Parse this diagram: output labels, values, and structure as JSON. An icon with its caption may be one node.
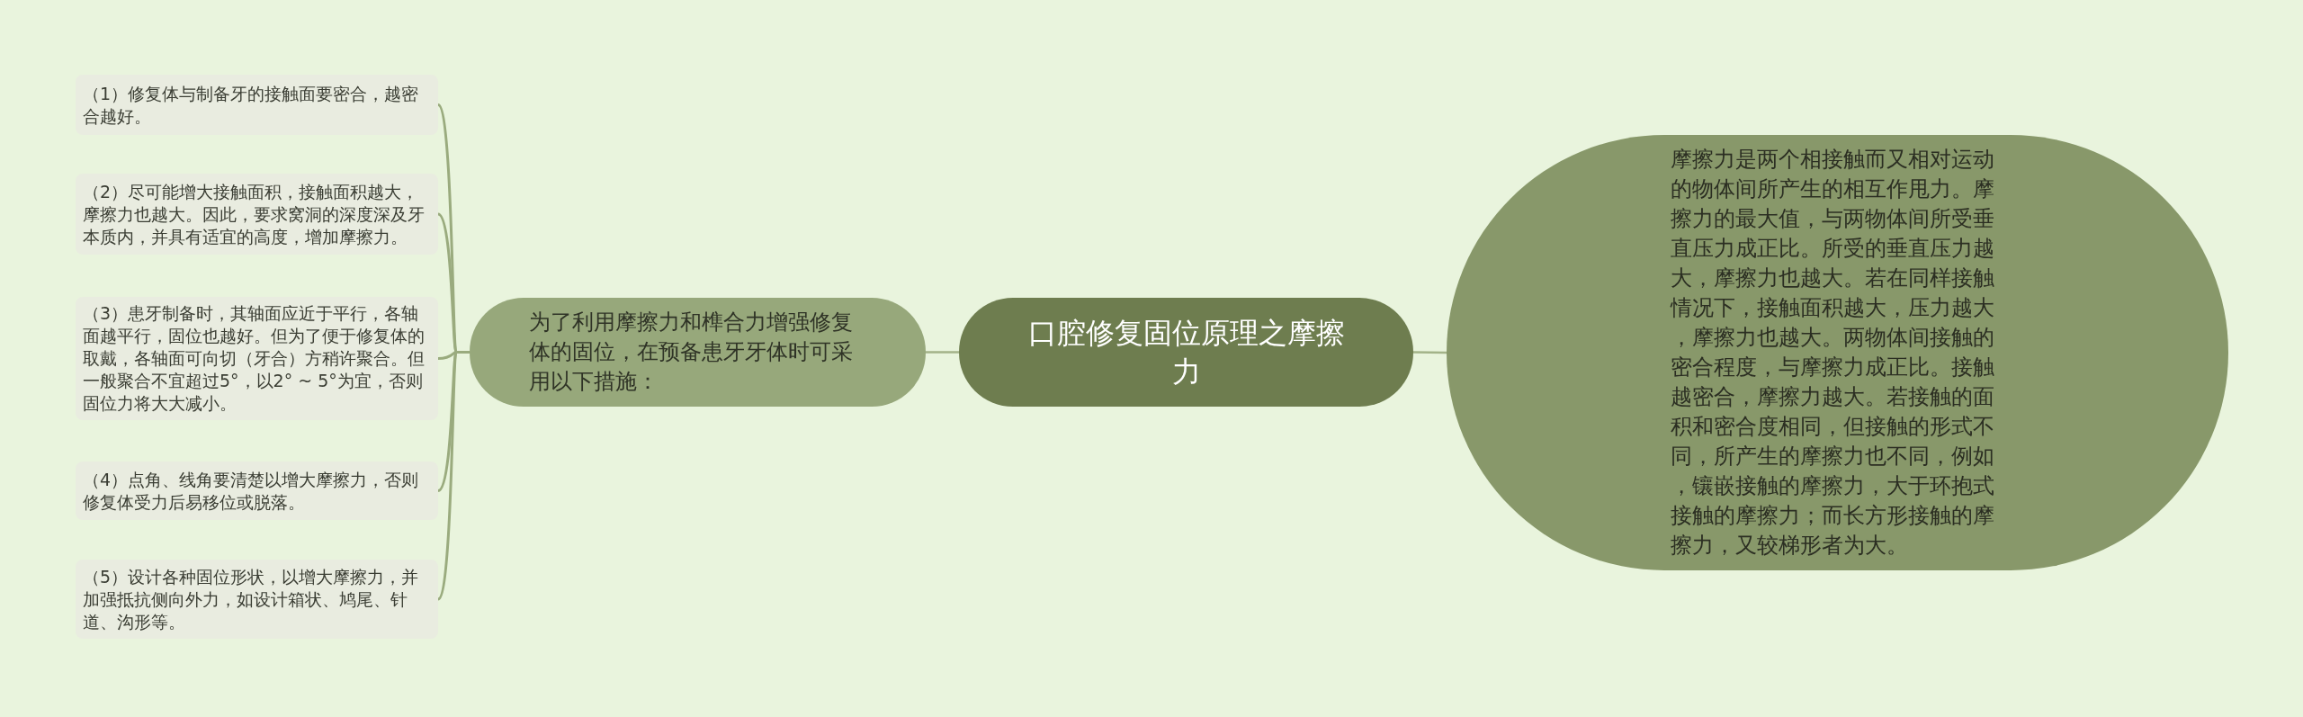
{
  "diagram": {
    "nodes": [
      {
        "text": [
          "口腔修复固位原理之摩擦力"
        ]
      },
      {
        "text": [
          "为了利用摩擦力和榫合力增强修复体的固位，在预备患牙牙体时可采用以下措施："
        ]
      },
      {
        "text": [
          "（1）修复体与制备牙的接触面要密合，越密合越好。"
        ]
      },
      {
        "text": [
          "（2）尽可能增大接触面积，接触面积越大，摩擦力也越大。因此，要求窝洞的深度深及牙本质内，并具有适宜的高度，增加摩擦力。"
        ]
      },
      {
        "text": [
          "（3）患牙制备时，其轴面应近于平行，各轴面越平行，固位也越好。但为了便于修复体的取戴，各轴面可向切（牙合）方稍许聚合。但一般聚合不宜超过5°，以2° ~ 5°为宜，否则固位力将大大减小。"
        ]
      },
      {
        "text": [
          "（4）点角、线角要清楚以增大摩擦力，否则修复体受力后易移位或脱落。"
        ]
      },
      {
        "text": [
          "（5）设计各种固位形状，以增大摩擦力，并加强抵抗侧向外力，如设计箱状、鸠尾、针道、沟形等。"
        ]
      },
      {
        "text": [
          "摩擦力是两个相接触而又相对运动的物体间所产生的相互作甩力。摩擦力的最大值，与两物体间所受垂直压力成正比。所受的垂直压力越大，摩擦力也越大。若在同样接触情况下，接触面积越大，压力越大，摩擦力也越大。两物体间接触的密合程度，与摩擦力成正比。接触越密合，摩擦力越大。若接触的面积和密合度相同，但接触的形式不同，所产生的摩擦力也不同，例如，镶嵌接触的摩擦力，大于环抱式接触的摩擦力；而长方形接触的摩擦力，又较梯形者为大。"
        ]
      }
    ],
    "edges": [
      {
        "from": 0,
        "to": 1,
        "arrow": "none"
      },
      {
        "from": 0,
        "to": 7,
        "arrow": "none"
      },
      {
        "from": 1,
        "to": 2,
        "arrow": "none"
      },
      {
        "from": 1,
        "to": 3,
        "arrow": "none"
      },
      {
        "from": 1,
        "to": 4,
        "arrow": "none"
      },
      {
        "from": 1,
        "to": 5,
        "arrow": "none"
      },
      {
        "from": 1,
        "to": 6,
        "arrow": "none"
      }
    ]
  }
}
